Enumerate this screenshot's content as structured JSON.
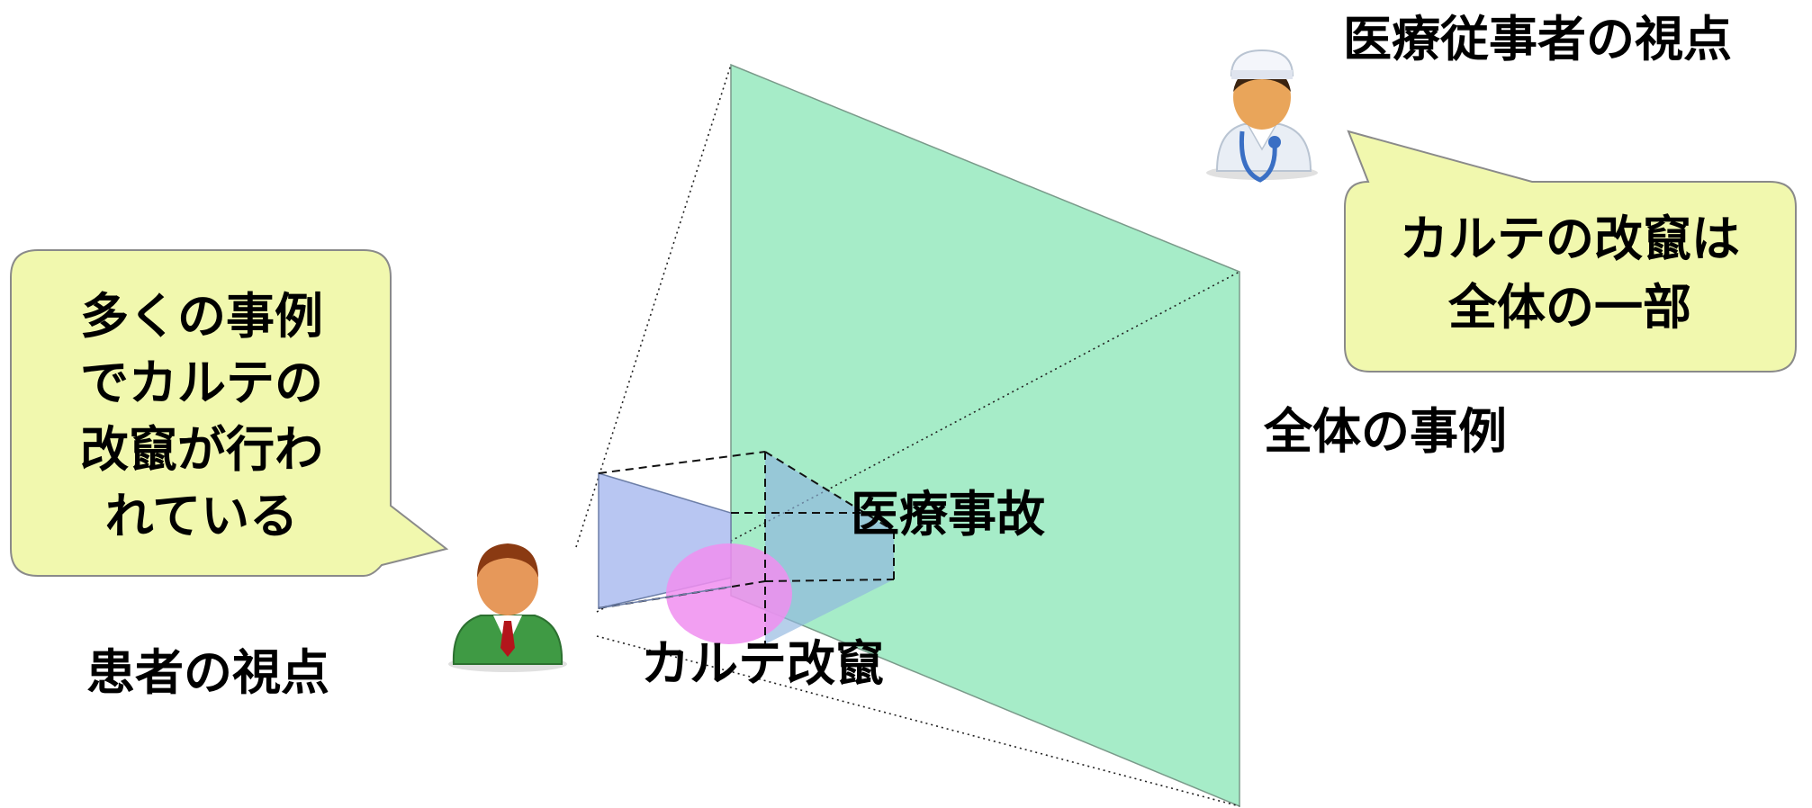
{
  "title_doctor_view": "医療従事者の視点",
  "title_patient_view": "患者の視点",
  "bubble_doctor": {
    "line1": "カルテの改竄は",
    "line2": "全体の一部"
  },
  "bubble_patient": {
    "line1": "多くの事例",
    "line2": "でカルテの",
    "line3": "改竄が行わ",
    "line4": "れている"
  },
  "label_all_cases": "全体の事例",
  "label_medical_accidents": "医療事故",
  "label_chart_falsification": "カルテ改竄",
  "colors": {
    "large_plane": "#a6ecc8",
    "small_plane": "#b8c6f2",
    "circle": "#f08ef0",
    "bubble_fill": "#f1f8ae",
    "bubble_stroke": "#8a8a8a",
    "patient_suit": "#3f9a44",
    "doctor_coat": "#e9eef5"
  },
  "icons": {
    "patient": "person-icon",
    "doctor": "doctor-icon"
  }
}
